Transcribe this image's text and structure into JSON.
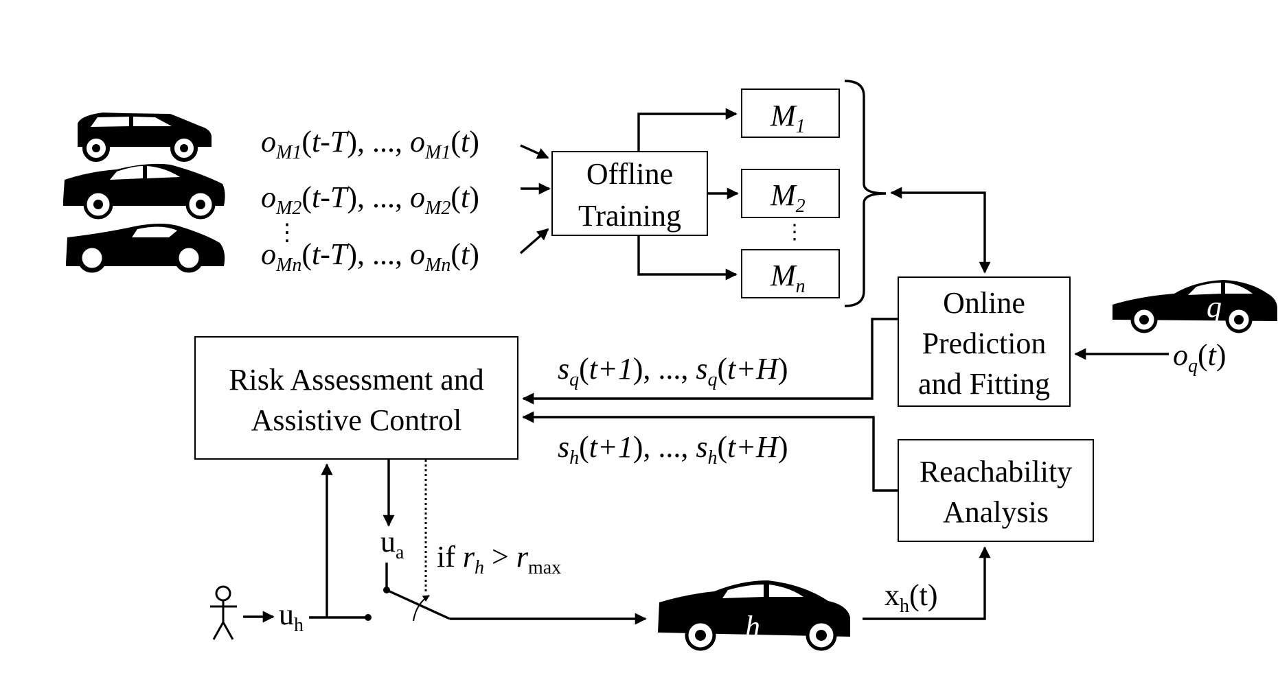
{
  "boxes": {
    "offline": [
      "Offline",
      "Training"
    ],
    "m1": {
      "base": "M",
      "sub": "1"
    },
    "m2": {
      "base": "M",
      "sub": "2"
    },
    "mn": {
      "base": "M",
      "sub": "n"
    },
    "online": [
      "Online",
      "Prediction",
      "and Fitting"
    ],
    "risk": [
      "Risk Assessment and",
      "Assistive Control"
    ],
    "reach": [
      "Reachability",
      "Analysis"
    ]
  },
  "observations": {
    "row1": {
      "a": "o",
      "sub": "M1",
      "mid1": "(",
      "t1": "t",
      "minus": "-",
      "T": "T",
      "mid2": "), ..., ",
      "b": "o",
      "sub2": "M1",
      "end1": "(",
      "t2": "t",
      "end2": ")"
    },
    "row2": {
      "a": "o",
      "sub": "M2",
      "mid1": "(",
      "t1": "t",
      "minus": "-",
      "T": "T",
      "mid2": "), ..., ",
      "b": "o",
      "sub2": "M2",
      "end1": "(",
      "t2": "t",
      "end2": ")"
    },
    "row3": {
      "a": "o",
      "sub": "Mn",
      "mid1": "(",
      "t1": "t",
      "minus": "-",
      "T": "T",
      "mid2": "), ..., ",
      "b": "o",
      "sub2": "Mn",
      "end1": "(",
      "t2": "t",
      "end2": ")"
    }
  },
  "signals": {
    "sq": {
      "s": "s",
      "sub": "q",
      "p1": "(",
      "t1": "t+1",
      "p2": "), ..., ",
      "s2": "s",
      "sub2": "q",
      "p3": "(",
      "t2": "t+H",
      "p4": ")"
    },
    "sh": {
      "s": "s",
      "sub": "h",
      "p1": "(",
      "t1": "t+1",
      "p2": "), ..., ",
      "s2": "s",
      "sub2": "h",
      "p3": "(",
      "t2": "t+H",
      "p4": ")"
    },
    "oq": {
      "o": "o",
      "sub": "q",
      "p1": "(",
      "t": "t",
      "p2": ")"
    },
    "uh": {
      "u": "u",
      "sub": "h"
    },
    "ua": {
      "u": "u",
      "sub": "a"
    },
    "xh": {
      "x": "x",
      "sub": "h",
      "rest": "(t)"
    },
    "cond": {
      "if": "if ",
      "r": "r",
      "sub": "h",
      "gt": " > ",
      "r2": "r",
      "sub2": "max"
    }
  },
  "car_labels": {
    "ego": "h",
    "other": "q"
  },
  "dots": "⋮"
}
